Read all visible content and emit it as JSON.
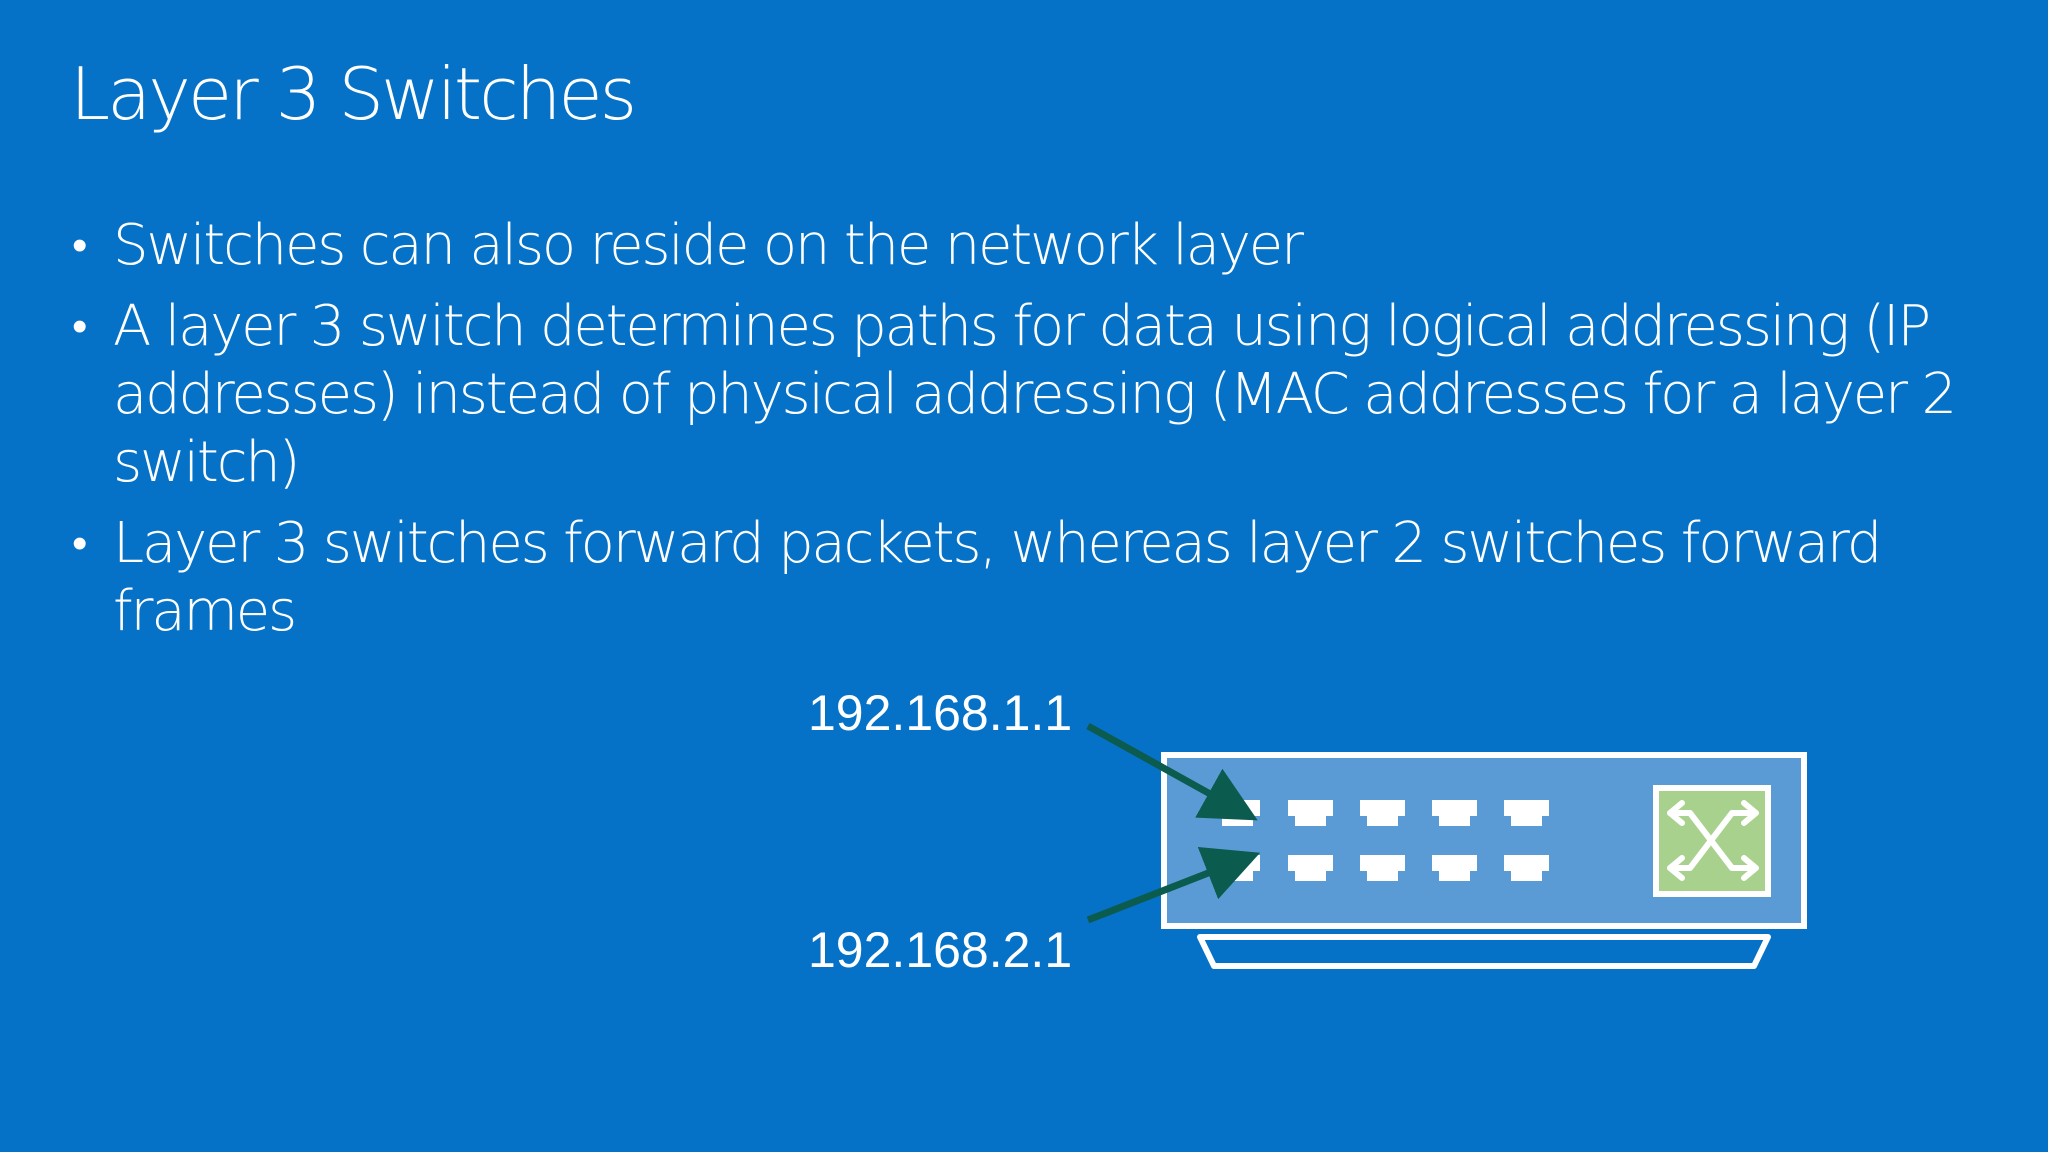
{
  "slide": {
    "title": "Layer 3 Switches",
    "bullets": [
      "Switches can also reside on the network layer",
      "A layer 3 switch determines paths for data using logical addressing (IP addresses) instead of physical addressing (MAC addresses for a layer 2 switch)",
      "Layer 3 switches forward packets, whereas layer 2 switches forward frames"
    ]
  },
  "diagram": {
    "ip_top": "192.168.1.1",
    "ip_bottom": "192.168.2.1",
    "colors": {
      "background": "#0572c8",
      "switch_body": "#5b9bd5",
      "switch_icon": "#a9d18e",
      "arrow": "#0b5b4f",
      "outline": "#ffffff"
    }
  }
}
